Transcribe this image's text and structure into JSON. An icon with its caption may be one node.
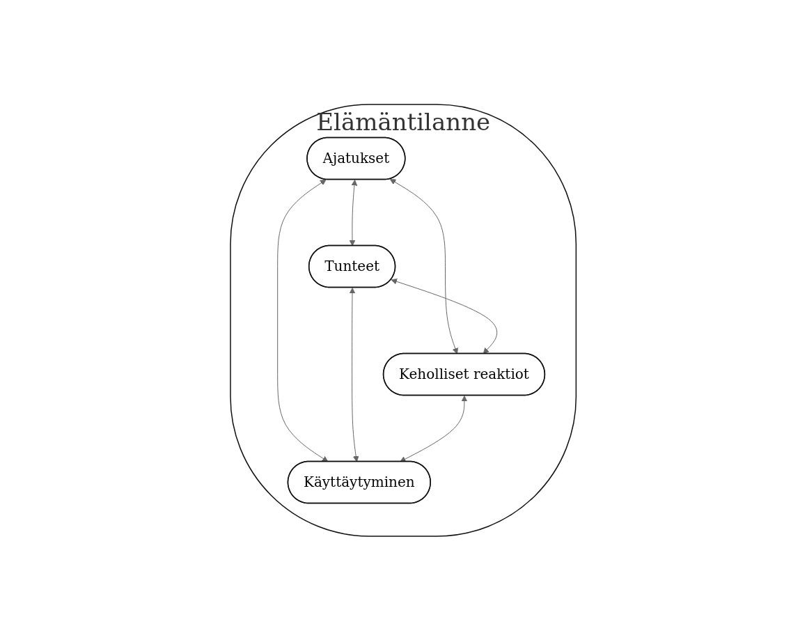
{
  "diagram": {
    "nodes": [
      {
        "text": [
          "Elämäntilanne"
        ]
      },
      {
        "text": [
          "Ajatukset"
        ],
        "in": 0
      },
      {
        "text": [
          "Tunteet"
        ],
        "in": 0
      },
      {
        "text": [
          "Keholliset reaktiot"
        ],
        "in": 0
      },
      {
        "text": [
          "Käyttäytyminen"
        ],
        "in": 0
      }
    ],
    "edges": [
      {
        "from": 1,
        "to": 2,
        "arrow": "both"
      },
      {
        "from": 1,
        "to": 3,
        "arrow": "both"
      },
      {
        "from": 2,
        "to": 3,
        "arrow": "both"
      },
      {
        "from": 1,
        "to": 4,
        "arrow": "both"
      },
      {
        "from": 2,
        "to": 4,
        "arrow": "both"
      },
      {
        "from": 3,
        "to": 4,
        "arrow": "both"
      }
    ]
  }
}
